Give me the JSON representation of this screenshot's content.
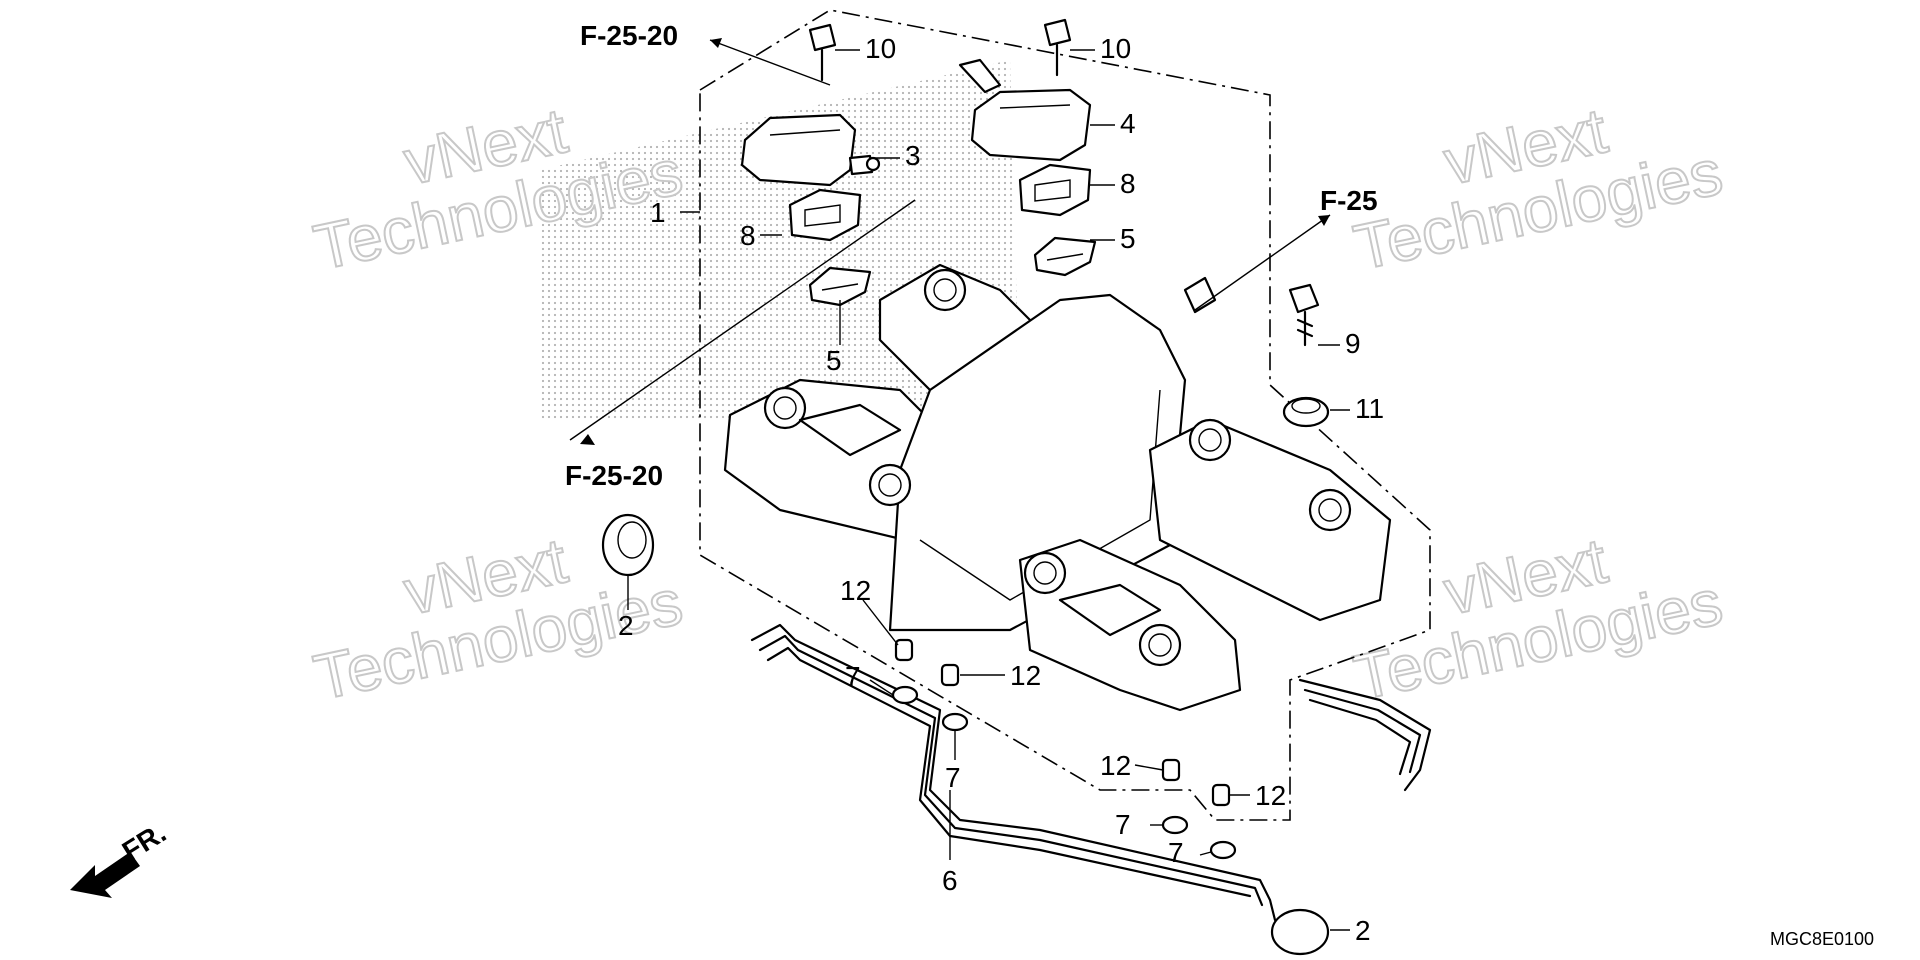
{
  "diagram": {
    "code": "MGC8E0100",
    "direction_label": "FR.",
    "references": {
      "top": "F-25-20",
      "left": "F-25-20",
      "right": "F-25"
    },
    "part_labels": {
      "p1": "1",
      "p2a": "2",
      "p2b": "2",
      "p3": "3",
      "p4": "4",
      "p5a": "5",
      "p5b": "5",
      "p6": "6",
      "p7a": "7",
      "p7b": "7",
      "p7c": "7",
      "p7d": "7",
      "p8a": "8",
      "p8b": "8",
      "p9": "9",
      "p10a": "10",
      "p10b": "10",
      "p11": "11",
      "p12a": "12",
      "p12b": "12",
      "p12c": "12",
      "p12d": "12"
    },
    "watermark": {
      "line1": "vNext",
      "line2": "Technologies"
    }
  }
}
